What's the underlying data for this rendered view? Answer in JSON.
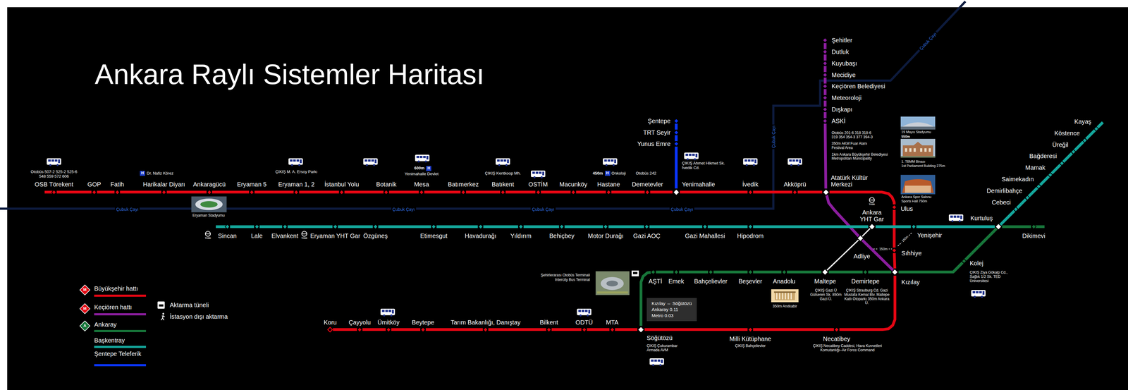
{
  "diagram": {
    "title": "Ankara Raylı Sistemler Haritası",
    "nodes": [
      {
        "text": [
          "OSB Törekent"
        ]
      },
      {
        "text": [
          "GOP"
        ]
      },
      {
        "text": [
          "Fatih"
        ]
      },
      {
        "text": [
          "Harikalar Diyarı"
        ]
      },
      {
        "text": [
          "Ankaragücü"
        ]
      },
      {
        "text": [
          "Eryaman 5"
        ]
      },
      {
        "text": [
          "Eryaman 1, 2"
        ]
      },
      {
        "text": [
          "İstanbul Yolu"
        ]
      },
      {
        "text": [
          "Botanik"
        ]
      },
      {
        "text": [
          "Mesa"
        ]
      },
      {
        "text": [
          "Batımerkez"
        ]
      },
      {
        "text": [
          "Batıkent"
        ]
      },
      {
        "text": [
          "OSTİM"
        ]
      },
      {
        "text": [
          "Macunköy"
        ]
      },
      {
        "text": [
          "Hastane"
        ]
      },
      {
        "text": [
          "Demetevler"
        ]
      },
      {
        "text": [
          "Yenimahalle"
        ]
      },
      {
        "text": [
          "İvedik"
        ]
      },
      {
        "text": [
          "Akköprü"
        ]
      },
      {
        "text": [
          "Atatürk Kültür Merkezi"
        ]
      },
      {
        "text": [
          "Ulus"
        ]
      },
      {
        "text": [
          "Sıhhiye"
        ]
      },
      {
        "text": [
          "Kızılay"
        ]
      },
      {
        "text": [
          "Şehitler"
        ]
      },
      {
        "text": [
          "Dutluk"
        ]
      },
      {
        "text": [
          "Kuyubaşı"
        ]
      },
      {
        "text": [
          "Mecidiye"
        ]
      },
      {
        "text": [
          "Keçiören Belediyesi"
        ]
      },
      {
        "text": [
          "Meteoroloji"
        ]
      },
      {
        "text": [
          "Dışkapı"
        ]
      },
      {
        "text": [
          "ASKİ"
        ]
      },
      {
        "text": [
          "Adliye"
        ]
      },
      {
        "text": [
          "Şentepe"
        ]
      },
      {
        "text": [
          "TRT Seyir"
        ]
      },
      {
        "text": [
          "Yunus Emre"
        ]
      },
      {
        "text": [
          "Sincan"
        ]
      },
      {
        "text": [
          "Lale"
        ]
      },
      {
        "text": [
          "Elvankent"
        ]
      },
      {
        "text": [
          "Eryaman YHT Gar"
        ]
      },
      {
        "text": [
          "Özgüneş"
        ]
      },
      {
        "text": [
          "Etimesgut"
        ]
      },
      {
        "text": [
          "Havadurağı"
        ]
      },
      {
        "text": [
          "Yıldırım"
        ]
      },
      {
        "text": [
          "Behiçbey"
        ]
      },
      {
        "text": [
          "Motor Durağı"
        ]
      },
      {
        "text": [
          "Gazi AOÇ"
        ]
      },
      {
        "text": [
          "Gazi Mahallesi"
        ]
      },
      {
        "text": [
          "Hipodrom"
        ]
      },
      {
        "text": [
          "Ankara YHT Gar"
        ]
      },
      {
        "text": [
          "Yenişehir"
        ]
      },
      {
        "text": [
          "Kurtuluş"
        ]
      },
      {
        "text": [
          "Cebeci"
        ]
      },
      {
        "text": [
          "Demirlibahçe"
        ]
      },
      {
        "text": [
          "Saimekadın"
        ]
      },
      {
        "text": [
          "Mamak"
        ]
      },
      {
        "text": [
          "Bağderesi"
        ]
      },
      {
        "text": [
          "Üreğil"
        ]
      },
      {
        "text": [
          "Köstence"
        ]
      },
      {
        "text": [
          "Kayaş"
        ]
      },
      {
        "text": [
          "AŞTİ"
        ]
      },
      {
        "text": [
          "Emek"
        ]
      },
      {
        "text": [
          "Bahçelievler"
        ]
      },
      {
        "text": [
          "Beşevler"
        ]
      },
      {
        "text": [
          "Anadolu"
        ]
      },
      {
        "text": [
          "Maltepe"
        ]
      },
      {
        "text": [
          "Demirtepe"
        ]
      },
      {
        "text": [
          "Kolej"
        ]
      },
      {
        "text": [
          "Dikimevi"
        ]
      },
      {
        "text": [
          "Necatibey"
        ]
      },
      {
        "text": [
          "Milli Kütüphane"
        ]
      },
      {
        "text": [
          "Söğütözü"
        ]
      },
      {
        "text": [
          "MTA"
        ]
      },
      {
        "text": [
          "ODTÜ"
        ]
      },
      {
        "text": [
          "Bilkent"
        ]
      },
      {
        "text": [
          "Tarım Bakanlığı, Danıştay"
        ]
      },
      {
        "text": [
          "Beytepe"
        ]
      },
      {
        "text": [
          "Ümitköy"
        ]
      },
      {
        "text": [
          "Çayyolu"
        ]
      },
      {
        "text": [
          "Koru"
        ]
      },
      {
        "text": [
          "Kızılay ⇔ Söğütözü",
          "Ankaray 0.11",
          "Metro 0.03"
        ]
      }
    ],
    "edges": [
      {
        "from": 0,
        "to": 1,
        "arrow": "none"
      },
      {
        "from": 1,
        "to": 2,
        "arrow": "none"
      },
      {
        "from": 2,
        "to": 3,
        "arrow": "none"
      },
      {
        "from": 3,
        "to": 4,
        "arrow": "none"
      },
      {
        "from": 4,
        "to": 5,
        "arrow": "none"
      },
      {
        "from": 5,
        "to": 6,
        "arrow": "none"
      },
      {
        "from": 6,
        "to": 7,
        "arrow": "none"
      },
      {
        "from": 7,
        "to": 8,
        "arrow": "none"
      },
      {
        "from": 8,
        "to": 9,
        "arrow": "none"
      },
      {
        "from": 9,
        "to": 10,
        "arrow": "none"
      },
      {
        "from": 10,
        "to": 11,
        "arrow": "none"
      },
      {
        "from": 11,
        "to": 12,
        "arrow": "none"
      },
      {
        "from": 12,
        "to": 13,
        "arrow": "none"
      },
      {
        "from": 13,
        "to": 14,
        "arrow": "none"
      },
      {
        "from": 14,
        "to": 15,
        "arrow": "none"
      },
      {
        "from": 15,
        "to": 16,
        "arrow": "none"
      },
      {
        "from": 16,
        "to": 17,
        "arrow": "none"
      },
      {
        "from": 17,
        "to": 18,
        "arrow": "none"
      },
      {
        "from": 18,
        "to": 19,
        "arrow": "none"
      },
      {
        "from": 19,
        "to": 20,
        "arrow": "none"
      },
      {
        "from": 20,
        "to": 21,
        "arrow": "none"
      },
      {
        "from": 21,
        "to": 22,
        "arrow": "none"
      },
      {
        "from": 23,
        "to": 24,
        "arrow": "none"
      },
      {
        "from": 24,
        "to": 25,
        "arrow": "none"
      },
      {
        "from": 25,
        "to": 26,
        "arrow": "none"
      },
      {
        "from": 26,
        "to": 27,
        "arrow": "none"
      },
      {
        "from": 27,
        "to": 28,
        "arrow": "none"
      },
      {
        "from": 28,
        "to": 29,
        "arrow": "none"
      },
      {
        "from": 29,
        "to": 30,
        "arrow": "none"
      },
      {
        "from": 30,
        "to": 19,
        "arrow": "none"
      },
      {
        "from": 19,
        "to": 31,
        "arrow": "none"
      },
      {
        "from": 31,
        "to": 22,
        "arrow": "none"
      },
      {
        "from": 32,
        "to": 33,
        "arrow": "none"
      },
      {
        "from": 33,
        "to": 34,
        "arrow": "none"
      },
      {
        "from": 34,
        "to": 16,
        "arrow": "none"
      },
      {
        "from": 35,
        "to": 36,
        "arrow": "none"
      },
      {
        "from": 36,
        "to": 37,
        "arrow": "none"
      },
      {
        "from": 37,
        "to": 38,
        "arrow": "none"
      },
      {
        "from": 38,
        "to": 39,
        "arrow": "none"
      },
      {
        "from": 39,
        "to": 40,
        "arrow": "none"
      },
      {
        "from": 40,
        "to": 41,
        "arrow": "none"
      },
      {
        "from": 41,
        "to": 42,
        "arrow": "none"
      },
      {
        "from": 42,
        "to": 43,
        "arrow": "none"
      },
      {
        "from": 43,
        "to": 44,
        "arrow": "none"
      },
      {
        "from": 44,
        "to": 45,
        "arrow": "none"
      },
      {
        "from": 45,
        "to": 46,
        "arrow": "none"
      },
      {
        "from": 46,
        "to": 47,
        "arrow": "none"
      },
      {
        "from": 47,
        "to": 48,
        "arrow": "none"
      },
      {
        "from": 48,
        "to": 49,
        "arrow": "none"
      },
      {
        "from": 49,
        "to": 50,
        "arrow": "none"
      },
      {
        "from": 50,
        "to": 51,
        "arrow": "none"
      },
      {
        "from": 51,
        "to": 52,
        "arrow": "none"
      },
      {
        "from": 52,
        "to": 53,
        "arrow": "none"
      },
      {
        "from": 53,
        "to": 54,
        "arrow": "none"
      },
      {
        "from": 54,
        "to": 55,
        "arrow": "none"
      },
      {
        "from": 55,
        "to": 56,
        "arrow": "none"
      },
      {
        "from": 56,
        "to": 57,
        "arrow": "none"
      },
      {
        "from": 57,
        "to": 58,
        "arrow": "none"
      },
      {
        "from": 70,
        "to": 59,
        "arrow": "none"
      },
      {
        "from": 59,
        "to": 60,
        "arrow": "none"
      },
      {
        "from": 60,
        "to": 61,
        "arrow": "none"
      },
      {
        "from": 61,
        "to": 62,
        "arrow": "none"
      },
      {
        "from": 62,
        "to": 63,
        "arrow": "none"
      },
      {
        "from": 63,
        "to": 64,
        "arrow": "none"
      },
      {
        "from": 64,
        "to": 65,
        "arrow": "none"
      },
      {
        "from": 65,
        "to": 22,
        "arrow": "none"
      },
      {
        "from": 22,
        "to": 66,
        "arrow": "none"
      },
      {
        "from": 66,
        "to": 50,
        "arrow": "none"
      },
      {
        "from": 50,
        "to": 67,
        "arrow": "none"
      },
      {
        "from": 22,
        "to": 68,
        "arrow": "none"
      },
      {
        "from": 68,
        "to": 69,
        "arrow": "none"
      },
      {
        "from": 69,
        "to": 70,
        "arrow": "none"
      },
      {
        "from": 70,
        "to": 71,
        "arrow": "none"
      },
      {
        "from": 71,
        "to": 72,
        "arrow": "none"
      },
      {
        "from": 72,
        "to": 73,
        "arrow": "none"
      },
      {
        "from": 73,
        "to": 74,
        "arrow": "none"
      },
      {
        "from": 74,
        "to": 75,
        "arrow": "none"
      },
      {
        "from": 75,
        "to": 76,
        "arrow": "none"
      },
      {
        "from": 76,
        "to": 77,
        "arrow": "none"
      },
      {
        "from": 77,
        "to": 78,
        "arrow": "none"
      },
      {
        "from": 64,
        "to": 31,
        "arrow": "none"
      },
      {
        "from": 31,
        "to": 48,
        "arrow": "none"
      }
    ],
    "labels": [
      "Çubuk Çayı",
      "Çubuk Çayı",
      "Çubuk Çayı",
      "Çubuk Çayı",
      "Çubuk Çayı",
      "Çubuk Çayı",
      "Otobüs 507-2 525-2 525-6 548 559 572 606",
      "H",
      "Dr. Nafiz Körez",
      "ÇIKIŞ M. A. Ersoy Parkı",
      "600m",
      "H",
      "Yenimahalle Devlet",
      "ÇIKIŞ Kentkoop Mh.",
      "450m",
      "H",
      "Onkoloji",
      "Otobüs 242",
      "ÇIKIŞ Ahmet Hikmet Sk. İvedik Cd.",
      "Eryaman Stadyumu",
      "Otobüs 201-6 318 318-6 319 354 354-3 377 394-3",
      "350m AKM Fuar Alanı Festival Area",
      "1km Ankara Büyükşehir Belediyesi Metropolitan Municipality",
      "19 Mayıs Stadyumu",
      "550m",
      "1. TBMM Binası",
      "1st Parliament Building 275m",
      "Ankara Spor Salonu",
      "Sports Hall 750m",
      "Şehirlerarası Otobüs Terminali",
      "Intercity Bus Terminal",
      "ÇIKIŞ Gazi Ü Gülseren Sk. 850m Gazi Ü.",
      "ÇIKIŞ Strasburg Cd. Gazi Mustafa Kemal Blv. Maltepe Katlı Otoparkı 350m Ankara Ü.",
      "350m Anıtkabir",
      "ÇIKIŞ Ziya Gökalp Cd., Sağlık 1/2 Sk. TED Üniversitesi",
      "ÇIKIŞ Çukurambar Armada AVM",
      "ÇIKIŞ Bahçelievler",
      "ÇIKIŞ Necatibey Caddesi, Hava Kuvvetleri Komutanlığı–Air Force Command",
      "150m",
      "150m",
      "TCDD",
      "TCDD",
      "TCDD",
      "M",
      "M",
      "A"
    ],
    "legend": [
      {
        "text": "Büyükşehir hattı",
        "color": "#e30613"
      },
      {
        "text": "Keçiören hattı",
        "color": "#8b1d9e"
      },
      {
        "text": "Ankaray",
        "color": "#17763a"
      },
      {
        "text": "Başkentray",
        "color": "#14a79c"
      },
      {
        "text": "Şentepe Teleferik",
        "color": "#0a35ff"
      },
      {
        "text": "Aktarma tüneli"
      },
      {
        "text": "İstasyon dışı aktarma"
      }
    ]
  }
}
